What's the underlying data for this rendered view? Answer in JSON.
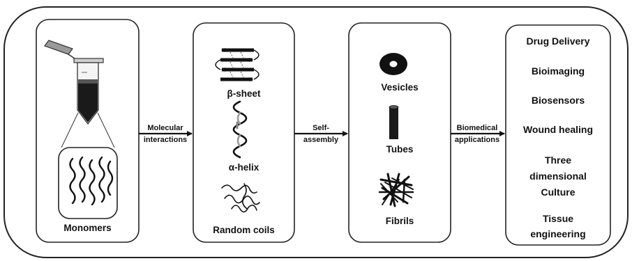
{
  "panels": {
    "monomers": {
      "label": "Monomers"
    },
    "interactions": {
      "beta_sheet": "β-sheet",
      "alpha_helix": "α-helix",
      "random_coils": "Random coils"
    },
    "assemblies": {
      "vesicles": "Vesicles",
      "tubes": "Tubes",
      "fibrils": "Fibrils"
    },
    "applications": {
      "items": [
        "Drug Delivery",
        "Bioimaging",
        "Biosensors",
        "Wound healing",
        "Three dimensional Culture",
        "Tissue engineering"
      ]
    }
  },
  "arrows": {
    "molecular": {
      "line1": "Molecular",
      "line2": "interactions"
    },
    "self_assembly": {
      "line1": "Self-",
      "line2": "assembly"
    },
    "biomedical": {
      "line1": "Biomedical",
      "line2": "applications"
    }
  }
}
